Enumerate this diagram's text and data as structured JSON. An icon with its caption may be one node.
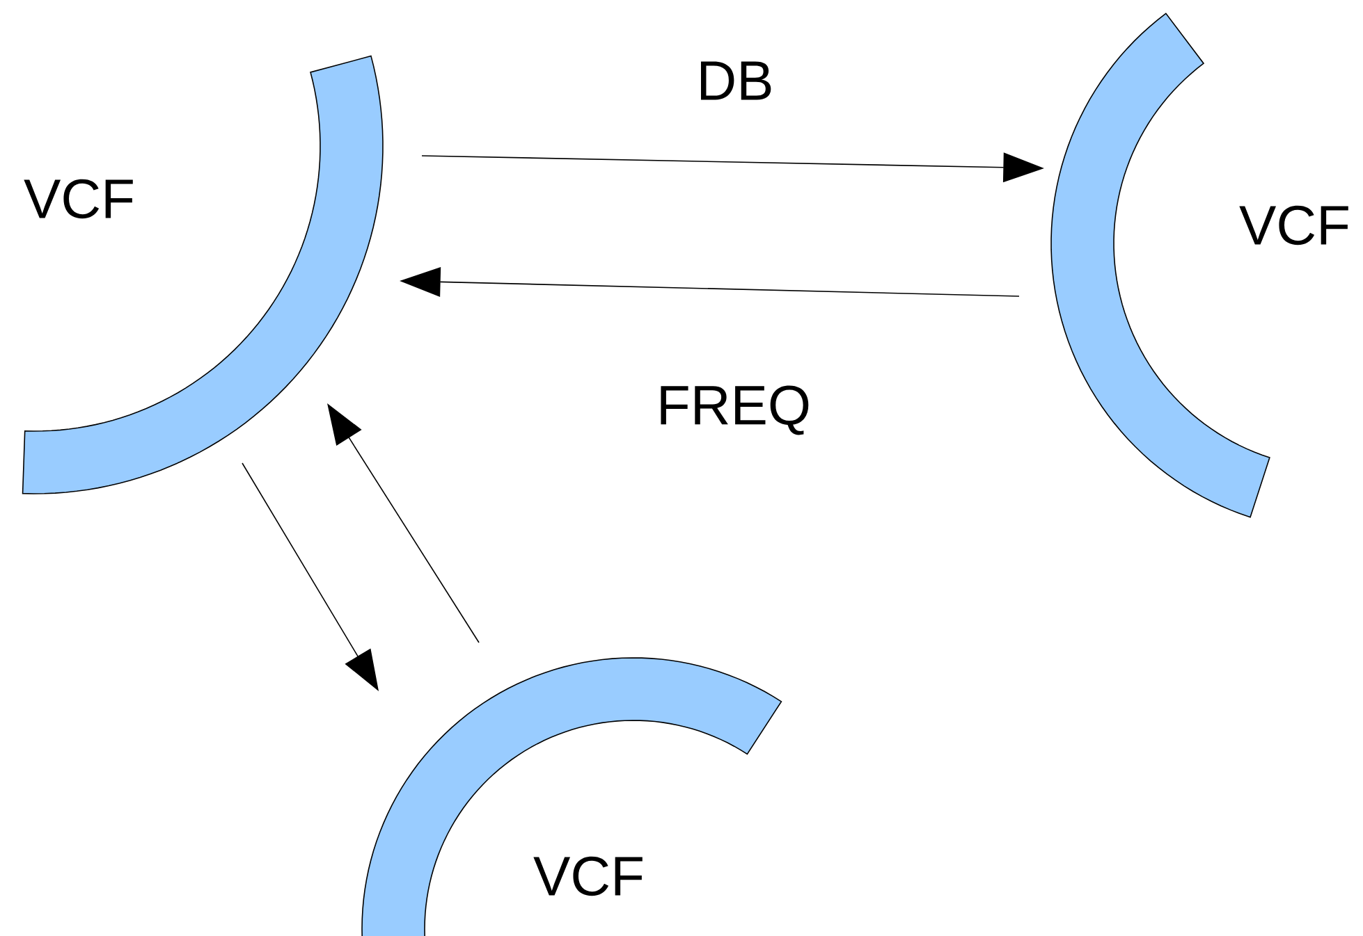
{
  "diagram": {
    "nodes": [
      {
        "text": [
          "VCF"
        ]
      },
      {
        "text": [
          "VCF"
        ]
      },
      {
        "text": [
          "VCF"
        ]
      }
    ],
    "edges": [
      {
        "from": 0,
        "to": 1,
        "arrow": "to",
        "label": "DB"
      },
      {
        "from": 1,
        "to": 0,
        "arrow": "to",
        "label": "FREQ"
      },
      {
        "from": 0,
        "to": 2,
        "arrow": "to"
      },
      {
        "from": 2,
        "to": 0,
        "arrow": "to"
      }
    ]
  }
}
